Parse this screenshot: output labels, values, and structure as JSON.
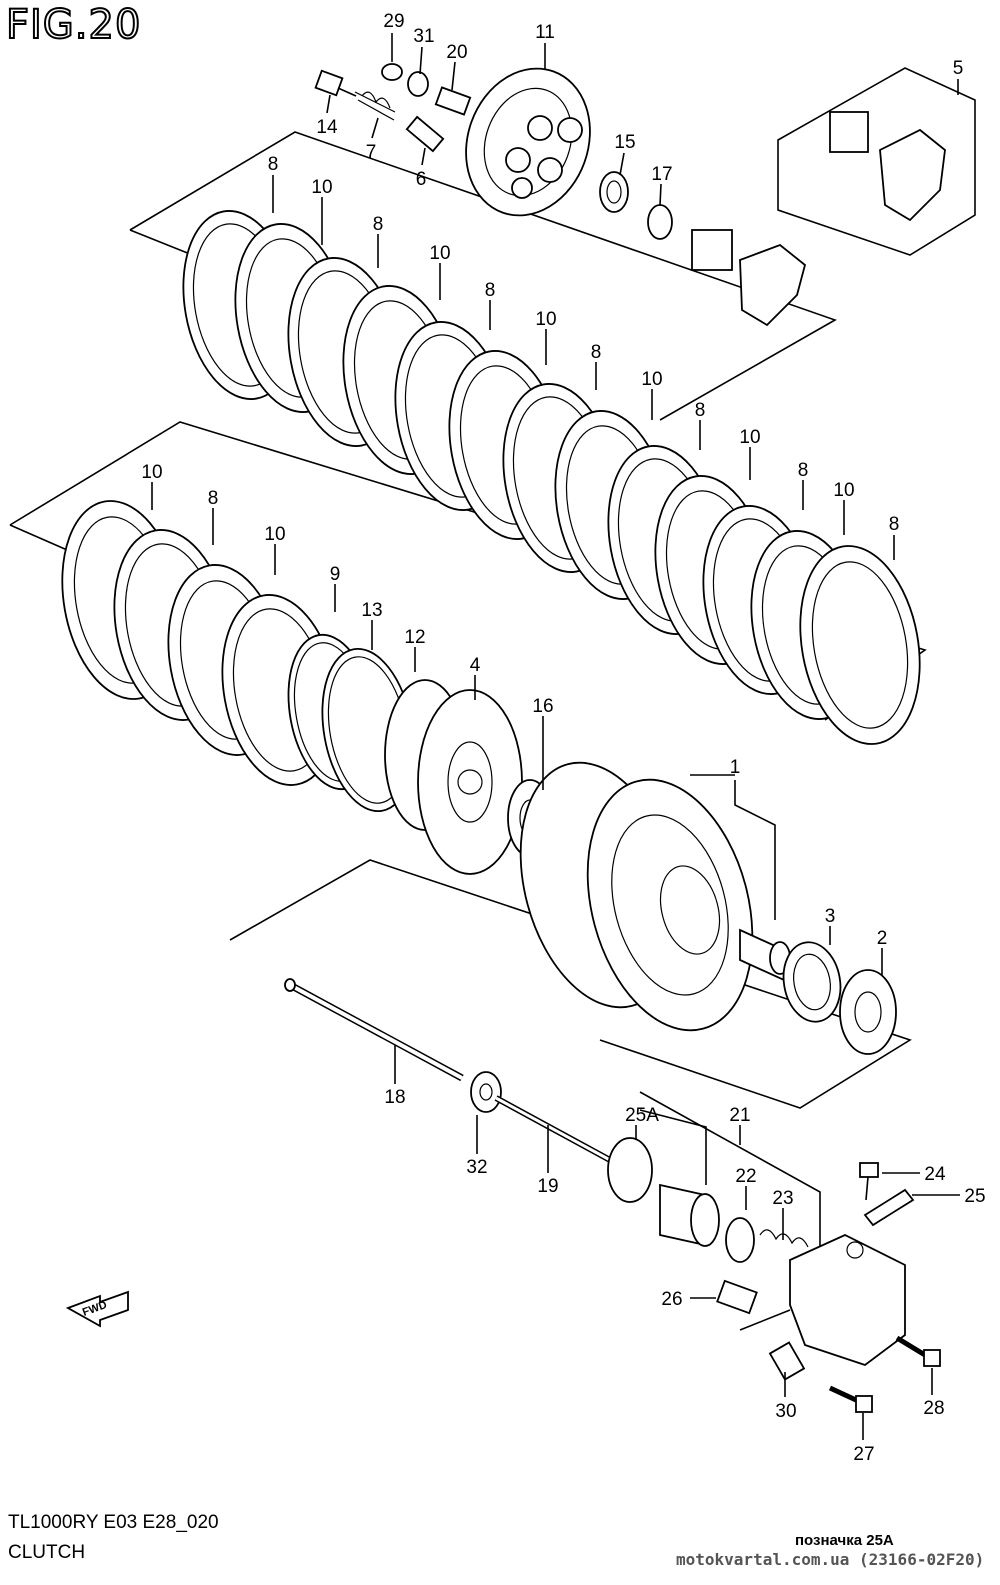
{
  "figure": {
    "title": "FIG.20",
    "model_code": "TL1000RY E03 E28_020",
    "section": "CLUTCH",
    "note": "позначка 25A",
    "source": "motokvartal.com.ua (23166-02F20)",
    "direction_arrow": "FWD"
  },
  "callouts": [
    "29",
    "31",
    "20",
    "11",
    "14",
    "7",
    "6",
    "15",
    "17",
    "5",
    "8",
    "10",
    "8",
    "10",
    "8",
    "10",
    "8",
    "10",
    "8",
    "10",
    "8",
    "10",
    "8",
    "10",
    "8",
    "10",
    "9",
    "13",
    "12",
    "4",
    "16",
    "1",
    "3",
    "2",
    "18",
    "32",
    "19",
    "25A",
    "21",
    "22",
    "23",
    "24",
    "25",
    "26",
    "28",
    "30",
    "27"
  ],
  "icons": {
    "fwd": "forward-arrow-icon"
  }
}
